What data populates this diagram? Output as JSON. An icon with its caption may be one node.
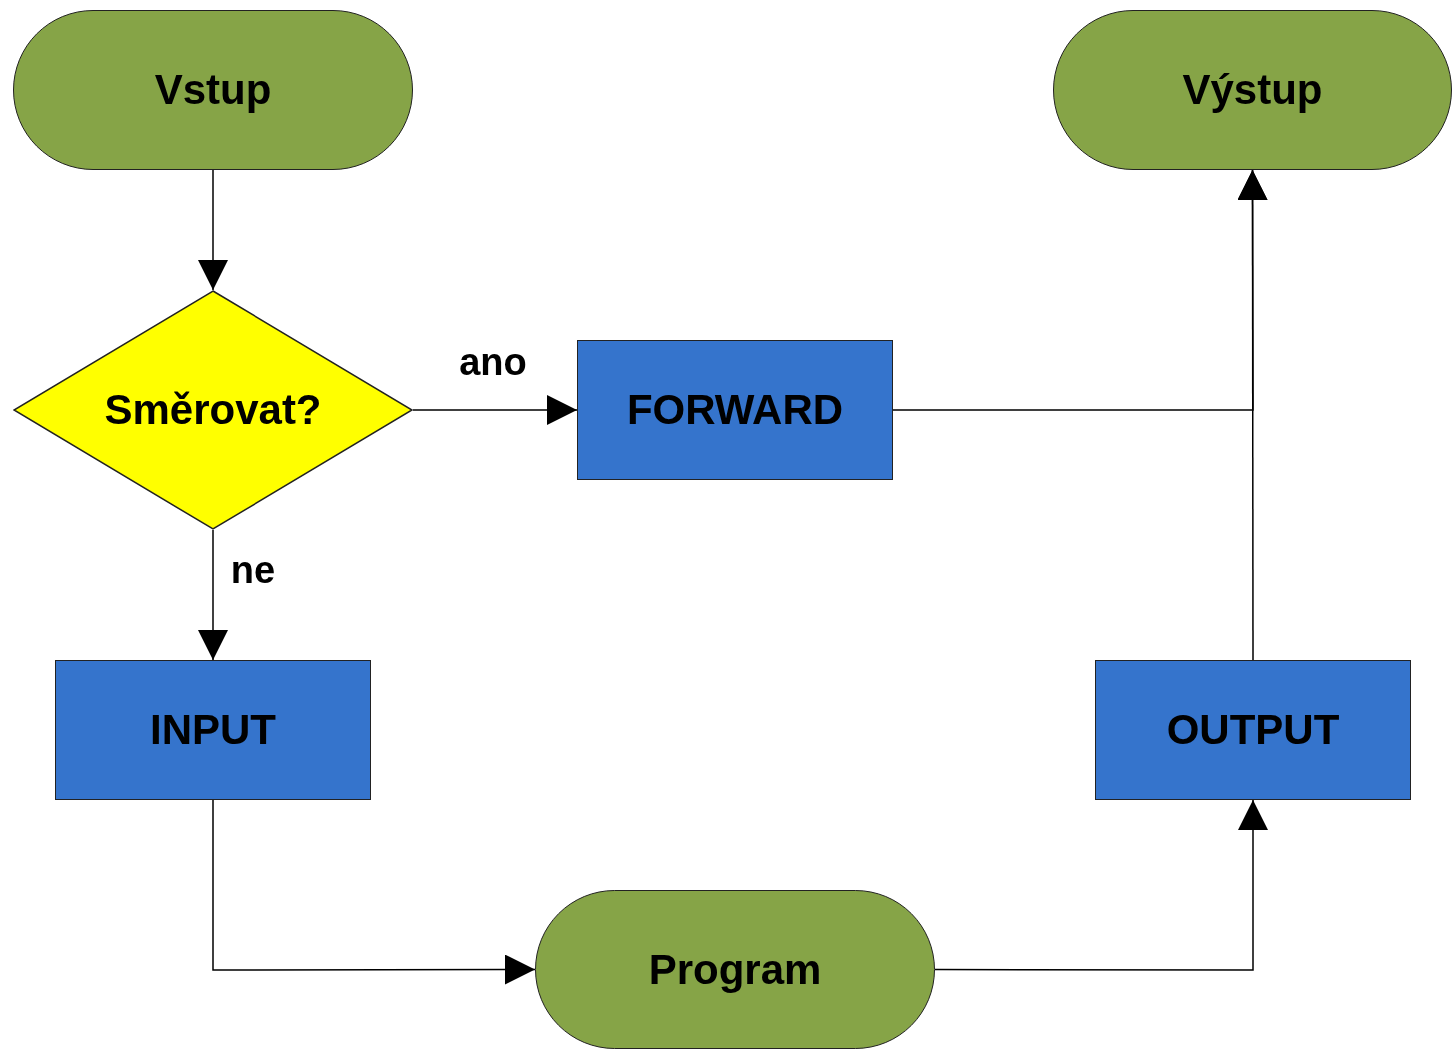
{
  "diagram": {
    "nodes": [
      {
        "text": [
          "Vstup"
        ]
      },
      {
        "text": [
          "Výstup"
        ]
      },
      {
        "text": [
          "Směrovat?"
        ]
      },
      {
        "text": [
          "FORWARD"
        ]
      },
      {
        "text": [
          "INPUT"
        ]
      },
      {
        "text": [
          "OUTPUT"
        ]
      },
      {
        "text": [
          "Program"
        ]
      }
    ],
    "edges": [
      {
        "from": 0,
        "to": 2,
        "arrow": "to"
      },
      {
        "from": 2,
        "to": 3,
        "arrow": "to",
        "label": "ano"
      },
      {
        "from": 2,
        "to": 4,
        "arrow": "to",
        "label": "ne"
      },
      {
        "from": 3,
        "to": 1,
        "arrow": "to"
      },
      {
        "from": 5,
        "to": 1,
        "arrow": "to"
      },
      {
        "from": 4,
        "to": 6,
        "arrow": "to"
      },
      {
        "from": 6,
        "to": 5,
        "arrow": "to"
      }
    ]
  }
}
